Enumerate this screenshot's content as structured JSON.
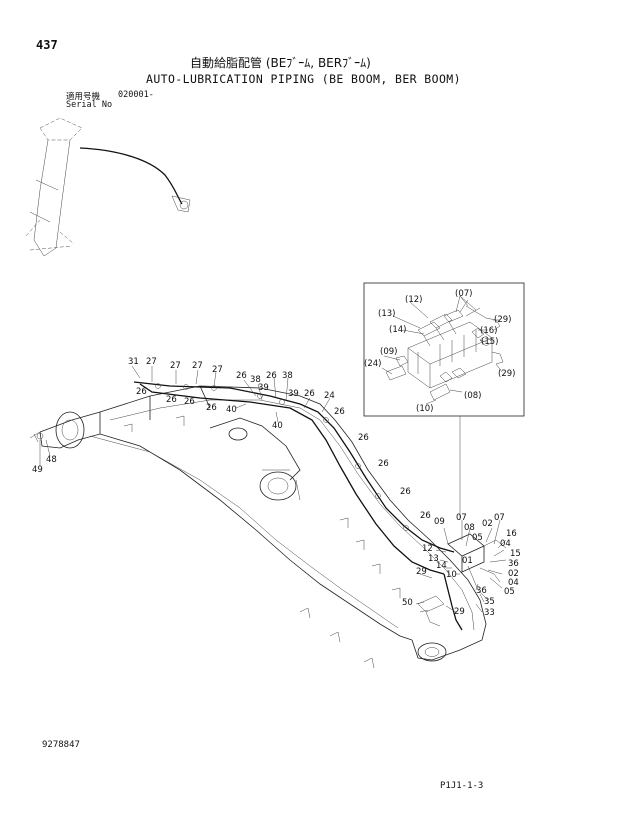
{
  "header": {
    "page_number": "437",
    "title_jp": "自動給脂配管 (BEﾌﾞｰﾑ, BERﾌﾞｰﾑ)",
    "title_en": "AUTO-LUBRICATION PIPING (BE BOOM, BER BOOM)",
    "serial_label_jp": "適用号機",
    "serial_value": "020001-",
    "serial_label_en": "Serial No"
  },
  "footer": {
    "drawing_number": "9278847",
    "page_code": "P1J1-1-3"
  },
  "inset_labels": {
    "p07": "(07)",
    "p12": "(12)",
    "p13": "(13)",
    "p14": "(14)",
    "p29a": "(29)",
    "p16": "(16)",
    "p15": "(15)",
    "p09": "(09)",
    "p24": "(24)",
    "p29b": "(29)",
    "p08": "(08)",
    "p10": "(10)"
  },
  "boom_labels": {
    "n31": "31",
    "n27a": "27",
    "n27b": "27",
    "n27c": "27",
    "n27d": "27",
    "n26a": "26",
    "n26b": "26",
    "n26c": "26",
    "n26d": "26",
    "n26e": "26",
    "n26f": "26",
    "n26g": "26",
    "n26h": "26",
    "n26i": "26",
    "n26j": "26",
    "n26k": "26",
    "n26l": "26",
    "n38a": "38",
    "n38b": "38",
    "n39a": "39",
    "n39b": "39",
    "n40a": "40",
    "n40b": "40",
    "n24": "24",
    "n49": "49",
    "n48": "48",
    "n07a": "07",
    "n07b": "07",
    "n09": "09",
    "n08": "08",
    "n02a": "02",
    "n02b": "02",
    "n16": "16",
    "n05a": "05",
    "n05b": "05",
    "n04a": "04",
    "n04b": "04",
    "n15": "15",
    "n12": "12",
    "n13": "13",
    "n14": "14",
    "n01": "01",
    "n10": "10",
    "n36a": "36",
    "n36b": "36",
    "n29a": "29",
    "n29b": "29",
    "n35": "35",
    "n33": "33",
    "n50": "50"
  }
}
